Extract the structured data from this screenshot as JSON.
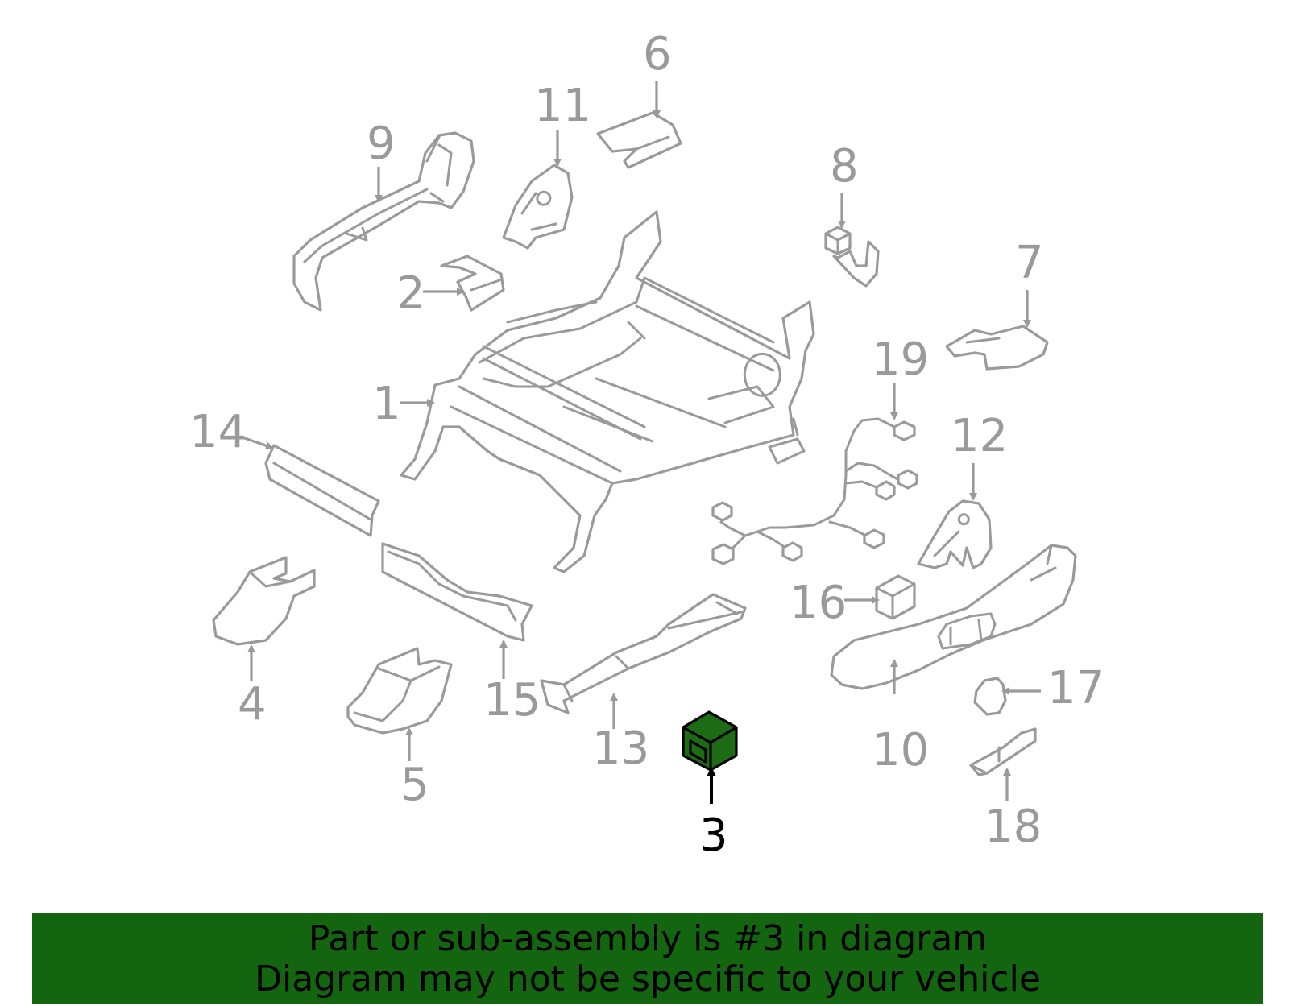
{
  "colors": {
    "line_art": "#9a9a9a",
    "highlight_fill": "#1e6b16",
    "banner": "#14650f",
    "text_dark": "#000000"
  },
  "callouts": {
    "c1": "1",
    "c2": "2",
    "c3": "3",
    "c4": "4",
    "c5": "5",
    "c6": "6",
    "c7": "7",
    "c8": "8",
    "c9": "9",
    "c10": "10",
    "c11": "11",
    "c12": "12",
    "c13": "13",
    "c14": "14",
    "c15": "15",
    "c16": "16",
    "c17": "17",
    "c18": "18",
    "c19": "19"
  },
  "highlighted_part": "3",
  "banner": {
    "line1": "Part or sub-assembly is #3 in diagram",
    "line2": "Diagram may not be specific to your vehicle"
  }
}
